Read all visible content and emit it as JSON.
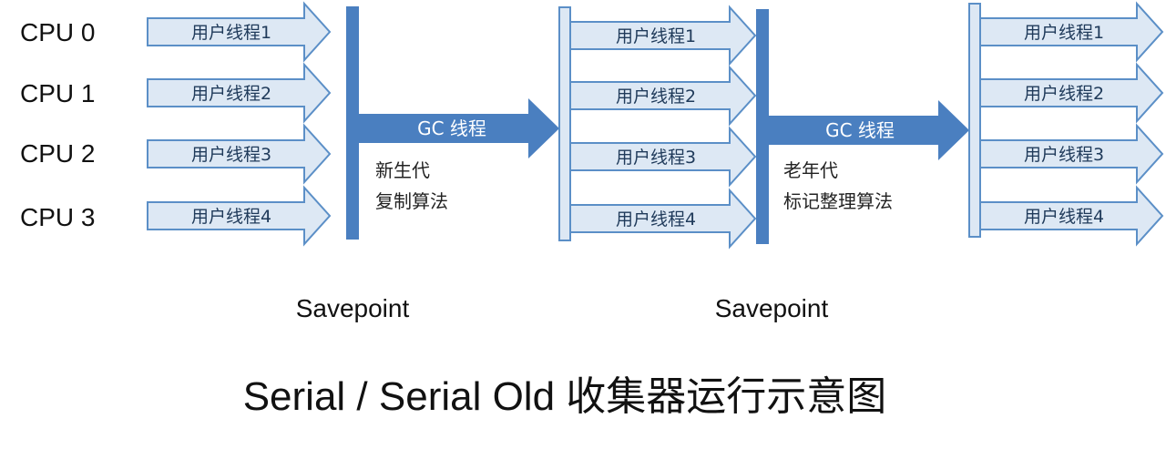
{
  "cpus": [
    "CPU 0",
    "CPU 1",
    "CPU 2",
    "CPU 3"
  ],
  "stage1_threads": [
    "用户线程1",
    "用户线程2",
    "用户线程3",
    "用户线程4"
  ],
  "stage2_threads": [
    "用户线程1",
    "用户线程2",
    "用户线程3",
    "用户线程4"
  ],
  "stage3_threads": [
    "用户线程1",
    "用户线程2",
    "用户线程3",
    "用户线程4"
  ],
  "gc1": {
    "label": "GC 线程",
    "algo_line1": "新生代",
    "algo_line2": "复制算法"
  },
  "gc2": {
    "label": "GC 线程",
    "algo_line1": "老年代",
    "algo_line2": "标记整理算法"
  },
  "savepoint1": "Savepoint",
  "savepoint2": "Savepoint",
  "title": "Serial / Serial Old 收集器运行示意图",
  "colors": {
    "arrow_fill": "#dde8f4",
    "arrow_stroke": "#5b8fc7",
    "gc_fill": "#4a7fc0"
  }
}
